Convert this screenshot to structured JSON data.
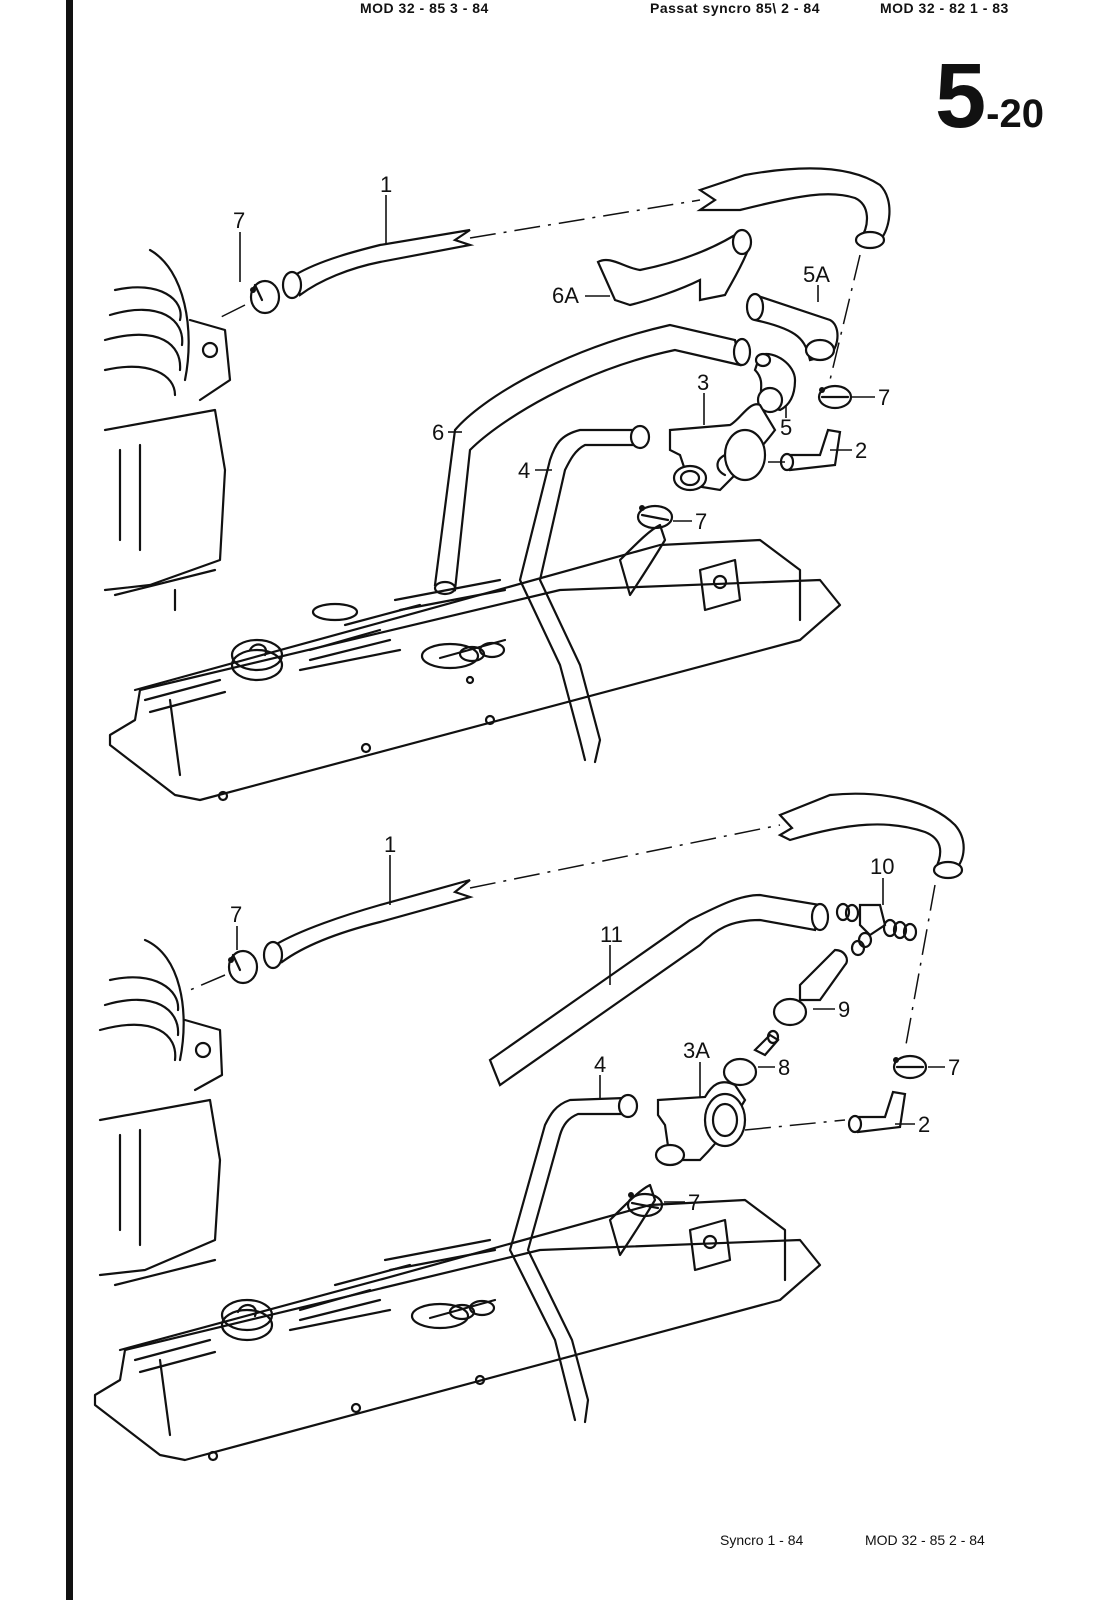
{
  "header": {
    "items": [
      "MOD 32 - 85   3 - 84",
      "Passat syncro 85\\  2 - 84",
      "MOD 32 - 82   1 - 83"
    ]
  },
  "page_number": {
    "major": "5",
    "minor": "-20"
  },
  "footer": {
    "model_label": "Syncro   1 - 84",
    "mod_label": "MOD 32 - 85   2 - 84"
  },
  "diagrams": {
    "upper": {
      "callouts": [
        "1",
        "7",
        "6A",
        "5A",
        "6",
        "3",
        "5",
        "7",
        "2",
        "4",
        "7"
      ]
    },
    "lower": {
      "callouts": [
        "1",
        "7",
        "10",
        "11",
        "9",
        "3A",
        "8",
        "4",
        "7",
        "2",
        "7"
      ]
    }
  },
  "colors": {
    "ink": "#111111",
    "paper": "#ffffff"
  }
}
